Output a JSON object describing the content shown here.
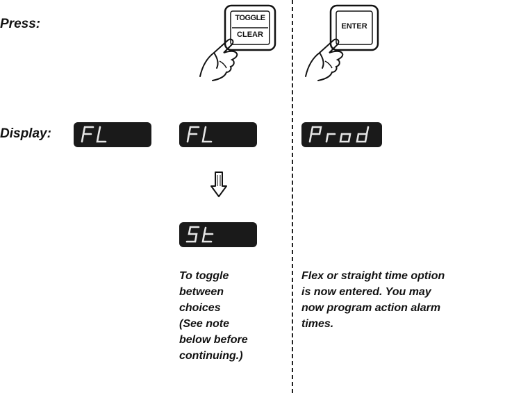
{
  "labels": {
    "press": "Press:",
    "display": "Display:"
  },
  "keys": {
    "toggle_clear": {
      "line1": "TOGGLE",
      "line2": "CLEAR"
    },
    "enter": {
      "label": "ENTER"
    }
  },
  "displays": {
    "initial": "FL",
    "after_toggle_1": "FL",
    "after_toggle_2": "St",
    "after_enter": "Prod"
  },
  "notes": {
    "toggle": [
      "To toggle",
      "between",
      "choices",
      "(See note",
      "below before",
      "continuing.)"
    ],
    "enter": [
      "Flex or straight time option",
      "is now entered. You may",
      "now program action alarm",
      "times."
    ]
  }
}
